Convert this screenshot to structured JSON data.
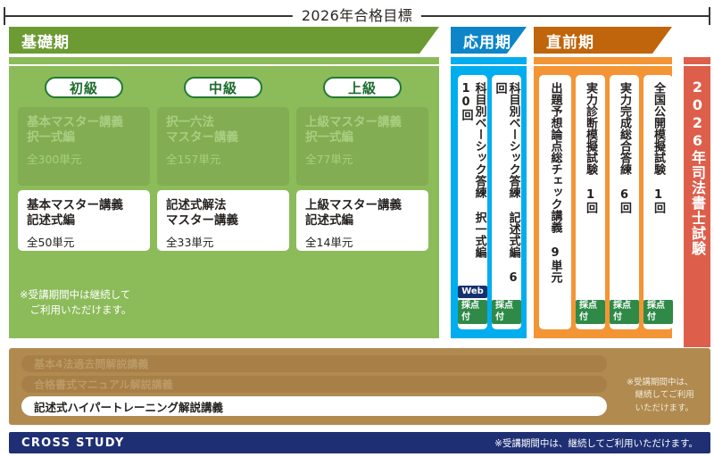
{
  "header": {
    "goal_label": "2026年合格目標"
  },
  "phases": [
    {
      "key": "basic",
      "label": "基礎期",
      "color": "#6d9b33"
    },
    {
      "key": "applied",
      "label": "応用期",
      "color": "#0d85c8"
    },
    {
      "key": "pre_exam",
      "label": "直前期",
      "color": "#c0650b"
    }
  ],
  "exam_column": {
    "label": "2026年司法書士試験",
    "color": "#dd5f4b"
  },
  "basic_section": {
    "color": "#8cbb5a",
    "levels": [
      {
        "badge": "初級",
        "ghost_course": {
          "title": "基本マスター講義\n択一式編",
          "title_line1": "基本マスター講義",
          "title_line2": "択一式編",
          "units": "全300単元"
        },
        "main_course": {
          "title_line1": "基本マスター講義",
          "title_line2": "記述式編",
          "units": "全50単元"
        }
      },
      {
        "badge": "中級",
        "ghost_course": {
          "title_line1": "択一六法",
          "title_line2": "マスター講義",
          "units": "全157単元"
        },
        "main_course": {
          "title_line1": "記述式解法",
          "title_line2": "マスター講義",
          "units": "全33単元"
        }
      },
      {
        "badge": "上級",
        "ghost_course": {
          "title_line1": "上級マスター講義",
          "title_line2": "択一式編",
          "units": "全77単元"
        },
        "main_course": {
          "title_line1": "上級マスター講義",
          "title_line2": "記述式編",
          "units": "全14単元"
        }
      }
    ],
    "note_line1": "※受講期間中は継続して",
    "note_line2": "　ご利用いただけます。"
  },
  "applied_section": {
    "color": "#00aeef",
    "courses": [
      {
        "text": "科目別ベーシック答練 択一式編 10回",
        "badges": [
          "Web",
          "採点付"
        ]
      },
      {
        "text": "科目別ベーシック答練 記述式編 6回",
        "badges": [
          "採点付"
        ]
      }
    ]
  },
  "pre_exam_section": {
    "color": "#f39535",
    "courses": [
      {
        "text": "出題予想論点総チェック講義 9単元",
        "badges": []
      },
      {
        "text": "実力診断模擬試験 1回",
        "badges": [
          "採点付"
        ]
      },
      {
        "text": "実力完成総合答練 6回",
        "badges": [
          "採点付"
        ]
      },
      {
        "text": "全国公開模擬試験 1回",
        "badges": [
          "採点付"
        ]
      }
    ]
  },
  "supplement_section": {
    "color": "#b08a4f",
    "bars": [
      {
        "label": "基本4法過去問解説講義",
        "style": "ghost"
      },
      {
        "label": "合格書式マニュアル解説講義",
        "style": "ghost"
      },
      {
        "label": "記述式ハイパートレーニング解説講義",
        "style": "solid"
      }
    ],
    "note_line1": "※受講期間中は、",
    "note_line2": "　継続してご利用",
    "note_line3": "　いただけます。"
  },
  "footer": {
    "brand": "CROSS STUDY",
    "note": "※受講期間中は、継続してご利用いただけます。",
    "color": "#1f2f74"
  }
}
